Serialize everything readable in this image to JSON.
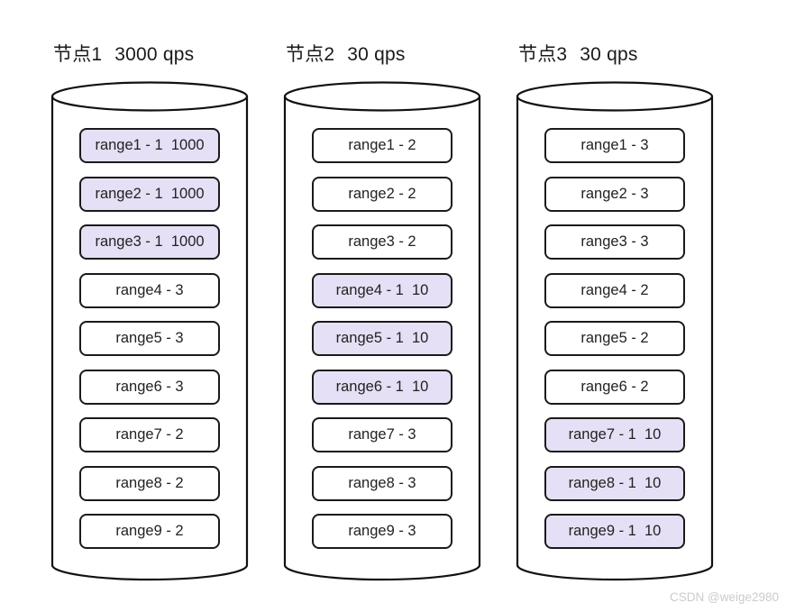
{
  "colors": {
    "highlight_fill": "#e6e0f6",
    "box_border": "#1a1a1a",
    "cylinder_stroke": "#111111",
    "watermark_gray": "#cbcbcb"
  },
  "watermark": "CSDN @weige2980",
  "nodes": [
    {
      "name": "节点1",
      "qps": "3000 qps",
      "ranges": [
        {
          "label": "range1 - 1  1000",
          "highlighted": true
        },
        {
          "label": "range2 - 1  1000",
          "highlighted": true
        },
        {
          "label": "range3 - 1  1000",
          "highlighted": true
        },
        {
          "label": "range4 - 3",
          "highlighted": false
        },
        {
          "label": "range5 - 3",
          "highlighted": false
        },
        {
          "label": "range6 - 3",
          "highlighted": false
        },
        {
          "label": "range7 - 2",
          "highlighted": false
        },
        {
          "label": "range8 - 2",
          "highlighted": false
        },
        {
          "label": "range9 - 2",
          "highlighted": false
        }
      ]
    },
    {
      "name": "节点2",
      "qps": "30 qps",
      "ranges": [
        {
          "label": "range1 - 2",
          "highlighted": false
        },
        {
          "label": "range2 - 2",
          "highlighted": false
        },
        {
          "label": "range3 - 2",
          "highlighted": false
        },
        {
          "label": "range4 - 1  10",
          "highlighted": true
        },
        {
          "label": "range5 - 1  10",
          "highlighted": true
        },
        {
          "label": "range6 - 1  10",
          "highlighted": true
        },
        {
          "label": "range7 - 3",
          "highlighted": false
        },
        {
          "label": "range8 - 3",
          "highlighted": false
        },
        {
          "label": "range9 - 3",
          "highlighted": false
        }
      ]
    },
    {
      "name": "节点3",
      "qps": "30 qps",
      "ranges": [
        {
          "label": "range1 - 3",
          "highlighted": false
        },
        {
          "label": "range2 - 3",
          "highlighted": false
        },
        {
          "label": "range3 - 3",
          "highlighted": false
        },
        {
          "label": "range4 - 2",
          "highlighted": false
        },
        {
          "label": "range5 - 2",
          "highlighted": false
        },
        {
          "label": "range6 - 2",
          "highlighted": false
        },
        {
          "label": "range7 - 1  10",
          "highlighted": true
        },
        {
          "label": "range8 - 1  10",
          "highlighted": true
        },
        {
          "label": "range9 - 1  10",
          "highlighted": true
        }
      ]
    }
  ]
}
